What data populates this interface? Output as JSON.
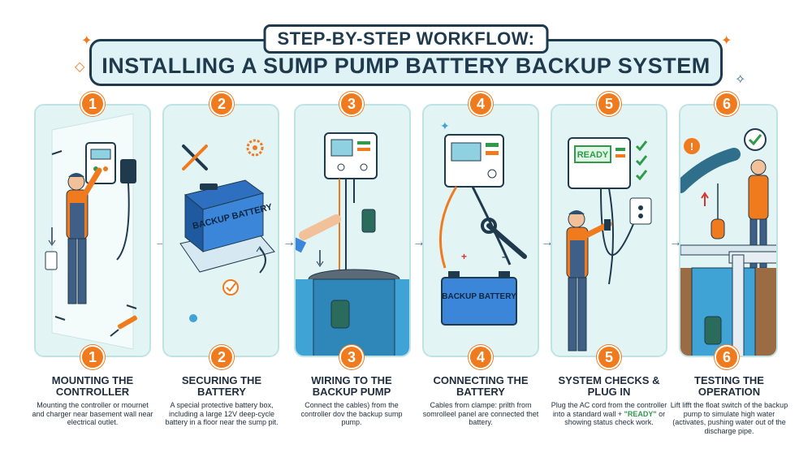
{
  "header": {
    "title_top": "STEP-BY-STEP WORKFLOW:",
    "title_main": "INSTALLING A SUMP PUMP BATTERY BACKUP SYSTEM"
  },
  "steps": [
    {
      "number": "1",
      "title": "MOUNTING THE CONTROLLER",
      "description": "Mounting the controller or mournet and charger near basement wall near electrical outlet."
    },
    {
      "number": "2",
      "title": "SECURING THE BATTERY",
      "description": "A special protective battery box, including a large 12V deep-cycle battery in a floor near the sump pit.",
      "battery_label": "BACKUP BATTERY"
    },
    {
      "number": "3",
      "title": "WIRING TO THE BACKUP PUMP",
      "description": "Connect the cables) from the controller dov the backup sump pump."
    },
    {
      "number": "4",
      "title": "CONNECTING THE BATTERY",
      "description": "Cables from clampe: prilth from somrolleel panel are connected thet battery.",
      "battery_label": "BACKUP BATTERY"
    },
    {
      "number": "5",
      "title": "SYSTEM CHECKS & PLUG IN",
      "description_pre": "Plug the AC cord from the controller into a standard wall + ",
      "description_highlight": "\"READY\"",
      "description_post": " or showing status check work.",
      "screen_text": "READY"
    },
    {
      "number": "6",
      "title": "TESTING THE OPERATION",
      "description": "Lift lifft the float switch of the backup pump to simulate high water (activates, pushing water out of the discharge pipe."
    }
  ],
  "colors": {
    "accent": "#f07b1f",
    "panel_bg": "#e3f4f5",
    "navy": "#1f3a4d",
    "water": "#3fa3d6",
    "highlight": "#2e9a4a"
  },
  "icons": [
    "sparkle-icon",
    "arrow-right-icon",
    "wrench-icon",
    "screwdriver-icon",
    "gear-icon",
    "check-icon",
    "plug-icon",
    "outlet-icon",
    "float-switch-icon"
  ]
}
